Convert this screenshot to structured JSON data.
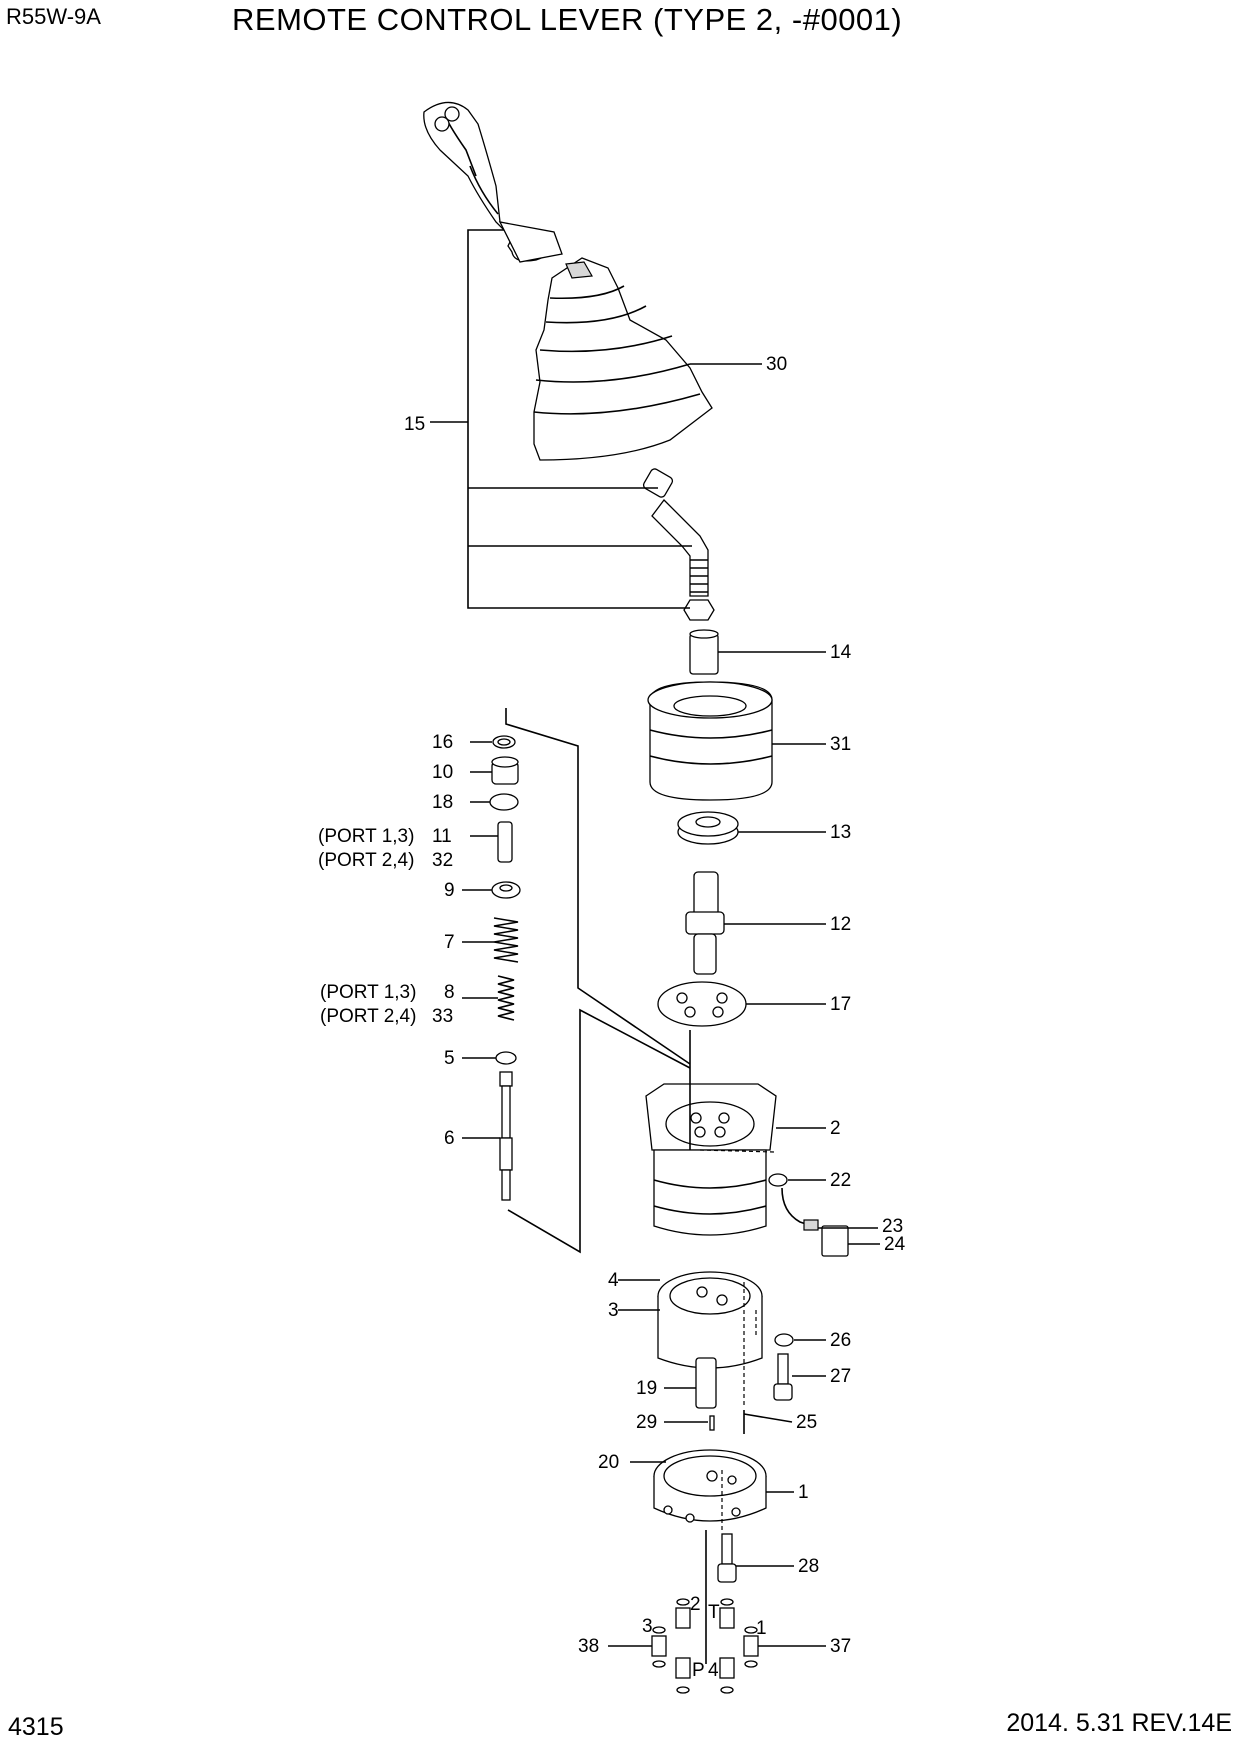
{
  "header": {
    "model": "R55W-9A",
    "title": "REMOTE CONTROL LEVER (TYPE 2, -#0001)"
  },
  "footer": {
    "page_number": "4315",
    "revision": "2014. 5.31  REV.14E"
  },
  "callouts": {
    "c1": "1",
    "c2": "2",
    "c3": "3",
    "c4": "4",
    "c5": "5",
    "c6": "6",
    "c7": "7",
    "c8": "8",
    "c9": "9",
    "c10": "10",
    "c11": "11",
    "c12": "12",
    "c13": "13",
    "c14": "14",
    "c15": "15",
    "c16": "16",
    "c17": "17",
    "c18": "18",
    "c19": "19",
    "c20": "20",
    "c22": "22",
    "c23": "23",
    "c24": "24",
    "c25": "25",
    "c26": "26",
    "c27": "27",
    "c28": "28",
    "c29": "29",
    "c30": "30",
    "c31": "31",
    "c32": "32",
    "c33": "33",
    "c37": "37",
    "c38": "38"
  },
  "port_notes": {
    "p11": "(PORT 1,3)",
    "p32": "(PORT 2,4)",
    "p8": "(PORT 1,3)",
    "p33": "(PORT 2,4)"
  },
  "port_markings": {
    "m1": "1",
    "m2": "2",
    "m3": "3",
    "m4": "4",
    "mP": "P",
    "mT": "T"
  }
}
